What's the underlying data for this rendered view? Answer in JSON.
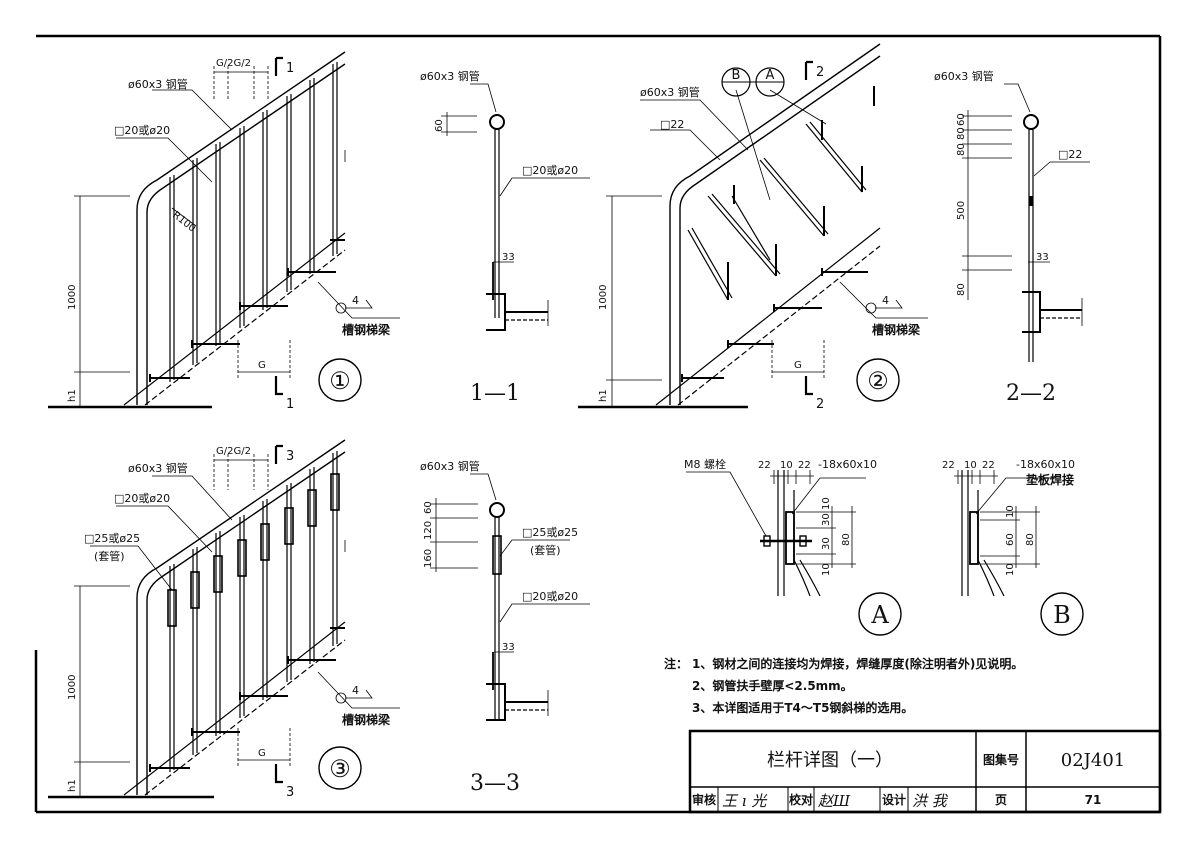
{
  "notes": {
    "lead": "注：",
    "items": [
      "1、钢材之间的连接均为焊接，焊缝厚度(除注明者外)见说明。",
      "2、钢管扶手壁厚<2.5mm。",
      "3、本详图适用于T4～T5钢斜梯的选用。"
    ]
  },
  "title_block": {
    "title": "栏杆详图（一）",
    "atlas_label": "图集号",
    "atlas_no": "02J401",
    "review_label": "审核",
    "check_label": "校对",
    "design_label": "设计",
    "page_label": "页",
    "page_no": "71",
    "reviewer_sig": "王 ı 光",
    "checker_sig": "赵Ш",
    "designer_sig": "洪 我"
  },
  "labels": {
    "pipe": "ø60x3 钢管",
    "bar20": "□20或ø20",
    "bar22": "□22",
    "sleeve": "□25或ø25",
    "sleeve_note": "(套管)",
    "beam": "槽钢梯梁",
    "r100": "R100",
    "ggg": "G/2G/2",
    "g": "G",
    "h1": "h1",
    "h1000": "1000",
    "weld_size": "4",
    "bolt": "M8 螺栓",
    "plate": "-18x60x10",
    "plate_note": "垫板焊接"
  },
  "elevations": [
    {
      "num": "①",
      "cut": "1"
    },
    {
      "num": "②",
      "cut": "2"
    },
    {
      "num": "③",
      "cut": "3"
    }
  ],
  "sections": [
    {
      "label": "1—1",
      "dims": [
        "60",
        "33"
      ]
    },
    {
      "label": "2—2",
      "dims": [
        "60",
        "80",
        "80",
        "500",
        "80",
        "33"
      ]
    },
    {
      "label": "3—3",
      "dims": [
        "60",
        "120",
        "160",
        "33"
      ]
    }
  ],
  "sec_refs": [
    "B",
    "A"
  ],
  "details": {
    "A": {
      "label": "A",
      "dims_top": [
        "22",
        "10",
        "22"
      ],
      "dims_side": [
        "10",
        "30",
        "30",
        "10",
        "80"
      ]
    },
    "B": {
      "label": "B",
      "dims_top": [
        "22",
        "10",
        "22"
      ],
      "dims_side": [
        "10",
        "60",
        "10",
        "80"
      ]
    }
  }
}
